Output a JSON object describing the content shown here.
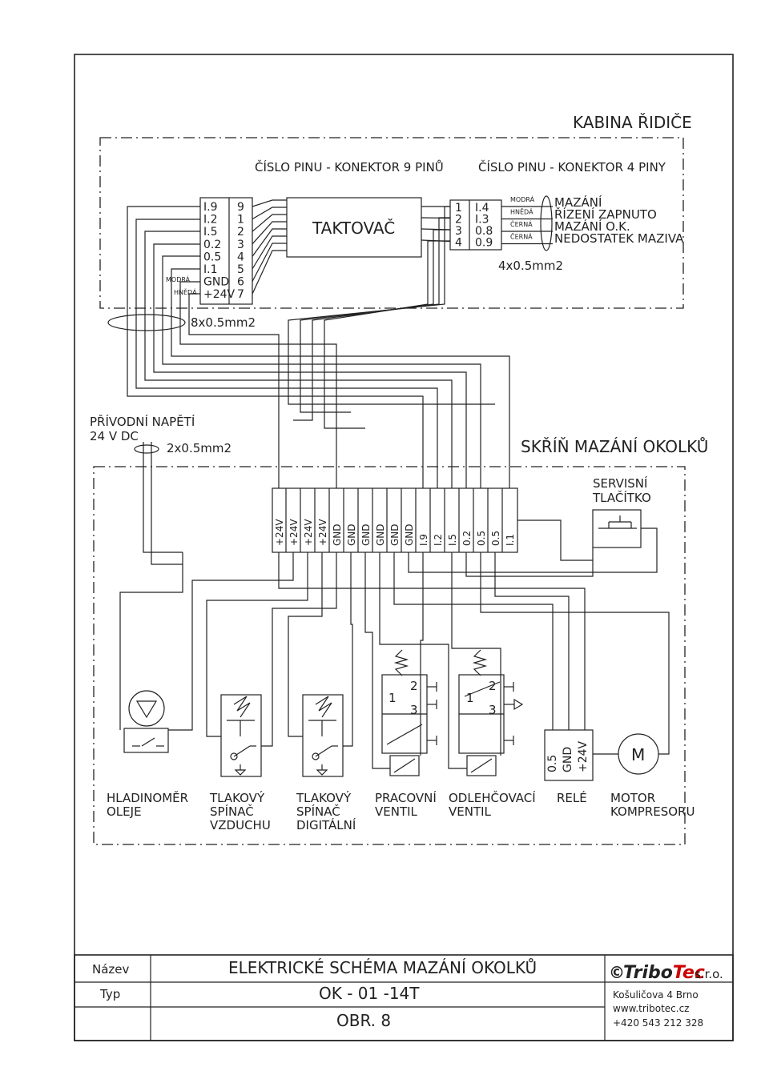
{
  "cab": {
    "title": "KABINA ŘIDIČE",
    "conn9_title": "ČÍSLO PINU - KONEKTOR 9 PINŮ",
    "conn4_title": "ČÍSLO PINU - KONEKTOR 4 PINY",
    "controller": "TAKTOVAČ",
    "conn9_rows": [
      {
        "signal": "I.9",
        "pin": "9"
      },
      {
        "signal": "I.2",
        "pin": "1"
      },
      {
        "signal": "I.5",
        "pin": "2"
      },
      {
        "signal": "0.2",
        "pin": "3"
      },
      {
        "signal": "0.5",
        "pin": "4"
      },
      {
        "signal": "I.1",
        "pin": "5"
      },
      {
        "signal": "GND",
        "pin": "6"
      },
      {
        "signal": "+24V",
        "pin": "7"
      }
    ],
    "conn9_wire_colors": [
      "MODRÁ",
      "HNĚDÁ"
    ],
    "conn4_rows": [
      {
        "pin": "1",
        "signal": "I.4"
      },
      {
        "pin": "2",
        "signal": "I.3"
      },
      {
        "pin": "3",
        "signal": "0.8"
      },
      {
        "pin": "4",
        "signal": "0.9"
      }
    ],
    "conn4_wire_colors": [
      "MODRÁ",
      "HNĚDÁ",
      "ČERNÁ",
      "ČERNÁ"
    ],
    "indicators": [
      "MAZÁNÍ",
      "ŘÍZENÍ ZAPNUTO",
      "MAZÁNÍ O.K.",
      "NEDOSTATEK MAZIVA"
    ],
    "cable4": "4x0.5mm2"
  },
  "cable8": "8x0.5mm2",
  "supply": {
    "label_line1": "PŘÍVODNÍ NAPĚTÍ",
    "label_line2": "24 V DC",
    "cable": "2x0.5mm2"
  },
  "cabinet": {
    "title": "SKŘÍŇ MAZÁNÍ OKOLKŮ",
    "service_button_line1": "SERVISNÍ",
    "service_button_line2": "TLAČÍTKO",
    "terminals": [
      "+24V",
      "+24V",
      "+24V",
      "+24V",
      "GND",
      "GND",
      "GND",
      "GND",
      "GND",
      "GND",
      "I.9",
      "I.2",
      "I.5",
      "0.2",
      "0.5",
      "0.5",
      "I.1"
    ],
    "valve_ports": [
      "2",
      "1",
      "3"
    ],
    "relay_terminals": [
      "0.5",
      "GND",
      "+24V"
    ],
    "motor_symbol": "M",
    "components": [
      {
        "line1": "HLADINOMĚR",
        "line2": "OLEJE",
        "line3": ""
      },
      {
        "line1": "TLAKOVÝ",
        "line2": "SPÍNAČ",
        "line3": "VZDUCHU"
      },
      {
        "line1": "TLAKOVÝ",
        "line2": "SPÍNAČ",
        "line3": "DIGITÁLNÍ"
      },
      {
        "line1": "PRACOVNÍ",
        "line2": "VENTIL",
        "line3": ""
      },
      {
        "line1": "ODLEHČOVACÍ",
        "line2": "VENTIL",
        "line3": ""
      },
      {
        "line1": "RELÉ",
        "line2": "",
        "line3": ""
      },
      {
        "line1": "MOTOR",
        "line2": "KOMPRESORU",
        "line3": ""
      }
    ]
  },
  "titleblock": {
    "name_label": "Název",
    "type_label": "Typ",
    "name": "ELEKTRICKÉ SCHÉMA MAZÁNÍ OKOLKŮ",
    "type": "OK - 01 -14T",
    "figure": "OBR. 8",
    "company_symbol": "©",
    "company_tribo": "Tribo",
    "company_tec": "Tec",
    "company_suffix": "s.r.o.",
    "address": "Košuličova 4 Brno",
    "web": "www.tribotec.cz",
    "phone": "+420 543 212 328",
    "brand_color": "#cc0000"
  }
}
